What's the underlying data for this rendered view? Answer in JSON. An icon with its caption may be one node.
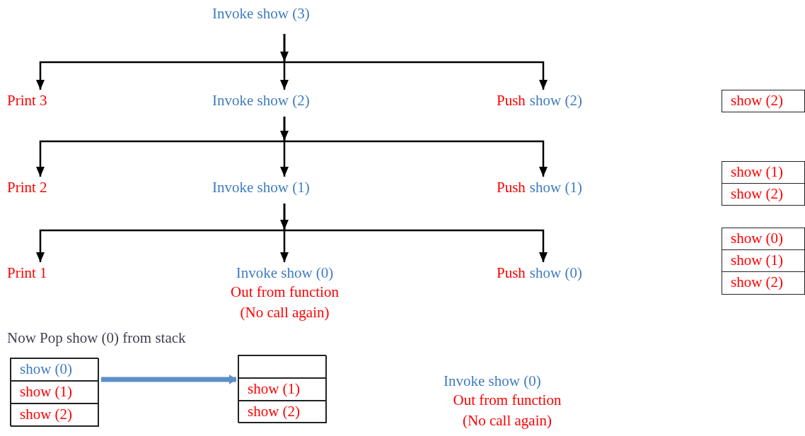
{
  "diagram": {
    "nodes": [
      {
        "text": [
          "Invoke show (3)"
        ]
      },
      {
        "text": [
          "Print 3"
        ]
      },
      {
        "text": [
          "Invoke show (2)"
        ]
      },
      {
        "text": [
          "Push",
          "show (2)"
        ]
      },
      {
        "text": [
          "Print 2"
        ]
      },
      {
        "text": [
          "Invoke show (1)"
        ]
      },
      {
        "text": [
          "Push",
          "show (1)"
        ]
      },
      {
        "text": [
          "Print 1"
        ]
      },
      {
        "text": [
          "Invoke show (0)",
          "Out from function (No call again)"
        ]
      },
      {
        "text": [
          "Push",
          "show (0)"
        ]
      },
      {
        "text": [
          "show (2)"
        ]
      },
      {
        "text": [
          "show (1)"
        ]
      },
      {
        "text": [
          "show (2)"
        ]
      },
      {
        "text": [
          "show (0)"
        ]
      },
      {
        "text": [
          "show (1)"
        ]
      },
      {
        "text": [
          "show (2)"
        ]
      },
      {
        "text": [],
        "shape": "box"
      },
      {
        "text": [
          "show (0)"
        ],
        "in": 16
      },
      {
        "text": [
          "show (1)"
        ],
        "in": 16
      },
      {
        "text": [
          "show (2)"
        ],
        "in": 16
      },
      {
        "text": [],
        "shape": "box"
      },
      {
        "text": [],
        "shape": "box",
        "in": 20
      },
      {
        "text": [
          "show (1)"
        ],
        "in": 20
      },
      {
        "text": [
          "show (2)"
        ],
        "in": 20
      },
      {
        "text": [
          "Invoke show (0)",
          "Out from function (No call again)"
        ]
      }
    ],
    "edges": [
      {
        "from": 0,
        "to": 1,
        "arrow": "to"
      },
      {
        "from": 0,
        "to": 2,
        "arrow": "to"
      },
      {
        "from": 0,
        "to": 3,
        "arrow": "to"
      },
      {
        "from": 2,
        "to": 4,
        "arrow": "to"
      },
      {
        "from": 2,
        "to": 5,
        "arrow": "to"
      },
      {
        "from": 2,
        "to": 6,
        "arrow": "to"
      },
      {
        "from": 5,
        "to": 7,
        "arrow": "to"
      },
      {
        "from": 5,
        "to": 8,
        "arrow": "to"
      },
      {
        "from": 5,
        "to": 9,
        "arrow": "to"
      },
      {
        "from": 16,
        "to": 20,
        "arrow": "to",
        "style": "thick",
        "color": "#5b8fc9"
      }
    ],
    "labels": [
      "Now Pop show (0) from stack"
    ]
  }
}
